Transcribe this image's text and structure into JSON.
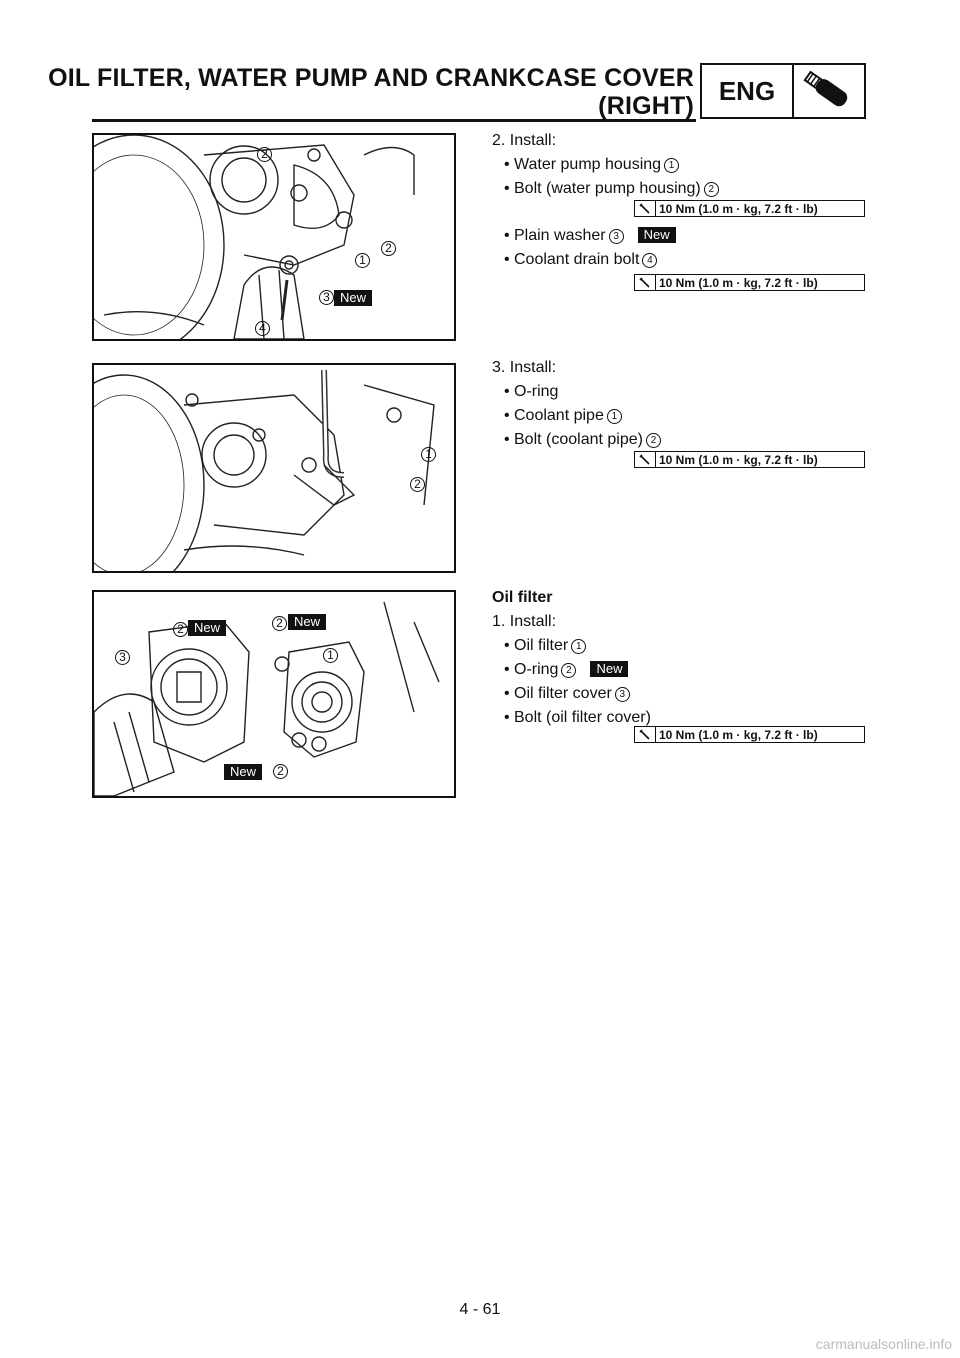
{
  "header": {
    "title_line1": "OIL FILTER, WATER PUMP AND CRANKCASE COVER",
    "title_line2": "(RIGHT)",
    "section": "ENG",
    "section_icon": "engine-wrench-icon"
  },
  "figures": [
    {
      "callouts": [
        "2",
        "2",
        "1",
        "3",
        "4"
      ],
      "badge": "New"
    },
    {
      "callouts": [
        "1",
        "2"
      ]
    },
    {
      "callouts": [
        "2",
        "2",
        "3",
        "1",
        "2"
      ],
      "badges": [
        "New",
        "New",
        "New"
      ]
    }
  ],
  "steps": {
    "s2": {
      "label": "2. Install:",
      "items": [
        {
          "text": "Water pump housing",
          "ref": "1"
        },
        {
          "text": "Bolt (water pump housing)",
          "ref": "2"
        },
        {
          "text": "Plain washer",
          "ref": "3",
          "badge": "New"
        },
        {
          "text": "Coolant drain bolt",
          "ref": "4"
        }
      ],
      "torque1": "10 Nm (1.0 m · kg, 7.2 ft · lb)",
      "torque2": "10 Nm (1.0 m · kg, 7.2 ft · lb)"
    },
    "s3": {
      "label": "3. Install:",
      "items": [
        {
          "text": "O-ring"
        },
        {
          "text": "Coolant pipe",
          "ref": "1"
        },
        {
          "text": "Bolt (coolant pipe)",
          "ref": "2"
        }
      ],
      "torque": "10 Nm (1.0 m · kg, 7.2 ft · lb)"
    },
    "oil": {
      "heading": "Oil filter",
      "label": "1. Install:",
      "items": [
        {
          "text": "Oil filter",
          "ref": "1"
        },
        {
          "text": "O-ring",
          "ref": "2",
          "badge": "New"
        },
        {
          "text": "Oil filter cover",
          "ref": "3"
        },
        {
          "text": "Bolt (oil filter cover)"
        }
      ],
      "torque": "10 Nm (1.0 m · kg, 7.2 ft · lb)"
    }
  },
  "footer": {
    "page_number": "4 - 61",
    "watermark": "carmanualsonline.info"
  }
}
